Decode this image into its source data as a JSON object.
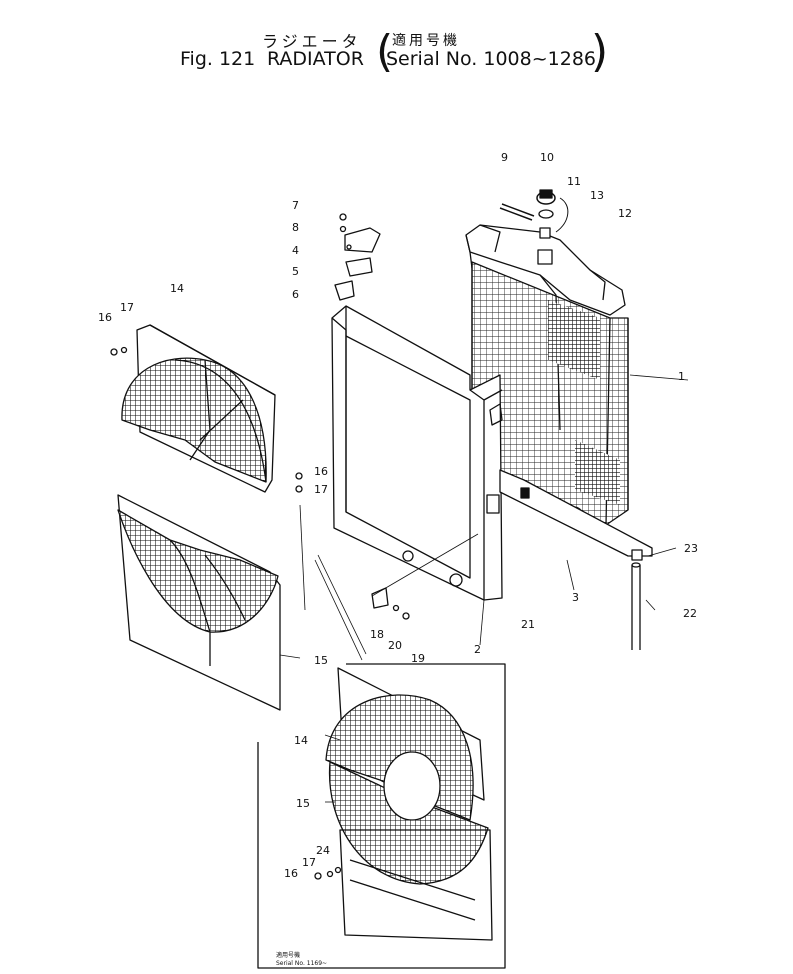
{
  "title": {
    "japanese": "ラジエータ",
    "japanese_applicability": "適用号機",
    "fig": "Fig. 121",
    "name": "RADIATOR",
    "serial": "Serial No. 1008~1286"
  },
  "inset_note": {
    "line1": "適用号機",
    "line2": "Serial No. 1169~"
  },
  "part_labels": [
    {
      "id": "p1",
      "text": "1"
    },
    {
      "id": "p2",
      "text": "2"
    },
    {
      "id": "p3",
      "text": "3"
    },
    {
      "id": "p4",
      "text": "4"
    },
    {
      "id": "p5",
      "text": "5"
    },
    {
      "id": "p6",
      "text": "6"
    },
    {
      "id": "p7",
      "text": "7"
    },
    {
      "id": "p8",
      "text": "8"
    },
    {
      "id": "p9",
      "text": "9"
    },
    {
      "id": "p10",
      "text": "10"
    },
    {
      "id": "p11",
      "text": "11"
    },
    {
      "id": "p12",
      "text": "12"
    },
    {
      "id": "p13",
      "text": "13"
    },
    {
      "id": "p14a",
      "text": "14"
    },
    {
      "id": "p14b",
      "text": "14"
    },
    {
      "id": "p15a",
      "text": "15"
    },
    {
      "id": "p15b",
      "text": "15"
    },
    {
      "id": "p16a",
      "text": "16"
    },
    {
      "id": "p16b",
      "text": "16"
    },
    {
      "id": "p16c",
      "text": "16"
    },
    {
      "id": "p17a",
      "text": "17"
    },
    {
      "id": "p17b",
      "text": "17"
    },
    {
      "id": "p17c",
      "text": "17"
    },
    {
      "id": "p18",
      "text": "18"
    },
    {
      "id": "p19",
      "text": "19"
    },
    {
      "id": "p20",
      "text": "20"
    },
    {
      "id": "p21",
      "text": "21"
    },
    {
      "id": "p22",
      "text": "22"
    },
    {
      "id": "p23",
      "text": "23"
    },
    {
      "id": "p24",
      "text": "24"
    }
  ]
}
